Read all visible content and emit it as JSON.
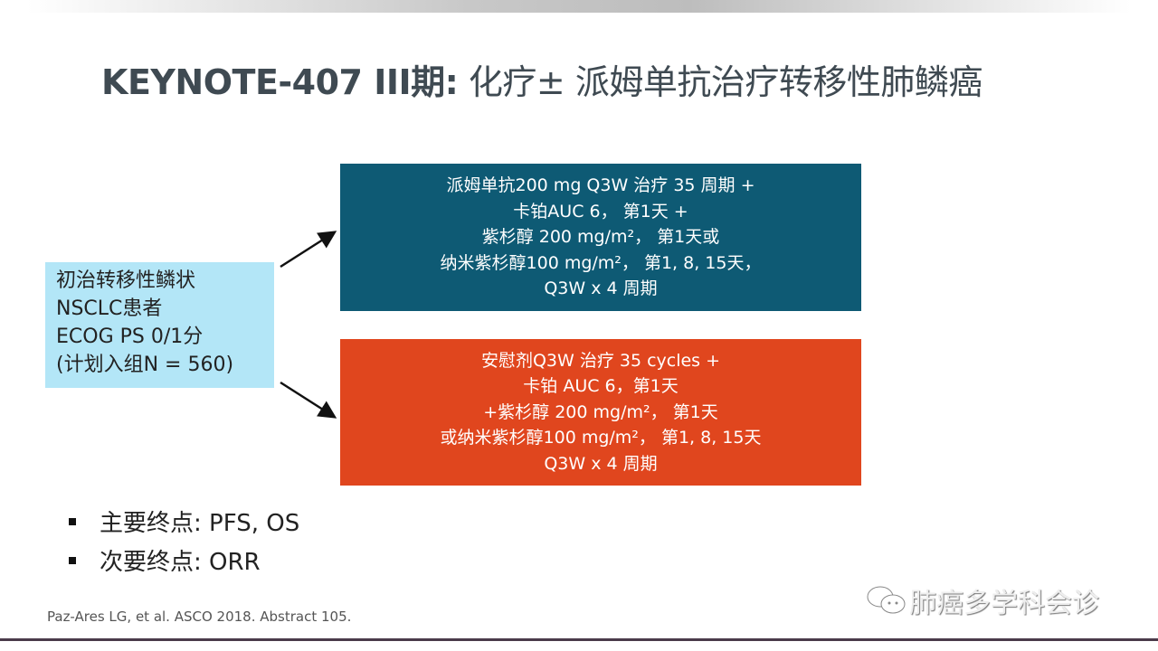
{
  "title": {
    "en": "KEYNOTE-407 III期:",
    "cn": " 化疗± 派姆单抗治疗转移性肺鳞癌"
  },
  "patients": [
    "初治转移性鳞状",
    "NSCLC患者",
    "ECOG PS 0/1分",
    "(计划入组N = 560)"
  ],
  "arm_pembro": [
    "派姆单抗200 mg Q3W 治疗 35 周期 +",
    "卡铂AUC 6， 第1天 +",
    "紫杉醇 200 mg/m²， 第1天或",
    "纳米紫杉醇100 mg/m²， 第1, 8, 15天，",
    "Q3W x 4 周期"
  ],
  "arm_placebo": [
    "安慰剂Q3W 治疗 35 cycles +",
    "卡铂 AUC 6，第1天",
    "+紫杉醇 200 mg/m²， 第1天",
    "或纳米紫杉醇100 mg/m²， 第1, 8, 15天",
    "Q3W x 4 周期"
  ],
  "endpoints": [
    "主要终点: PFS, OS",
    "次要终点: ORR"
  ],
  "reference": "Paz-Ares LG, et al. ASCO 2018. Abstract 105.",
  "watermark": "肺癌多学科会诊",
  "colors": {
    "teal": "#0e5a74",
    "orange": "#e0461e",
    "light_blue": "#b3e6f7"
  }
}
